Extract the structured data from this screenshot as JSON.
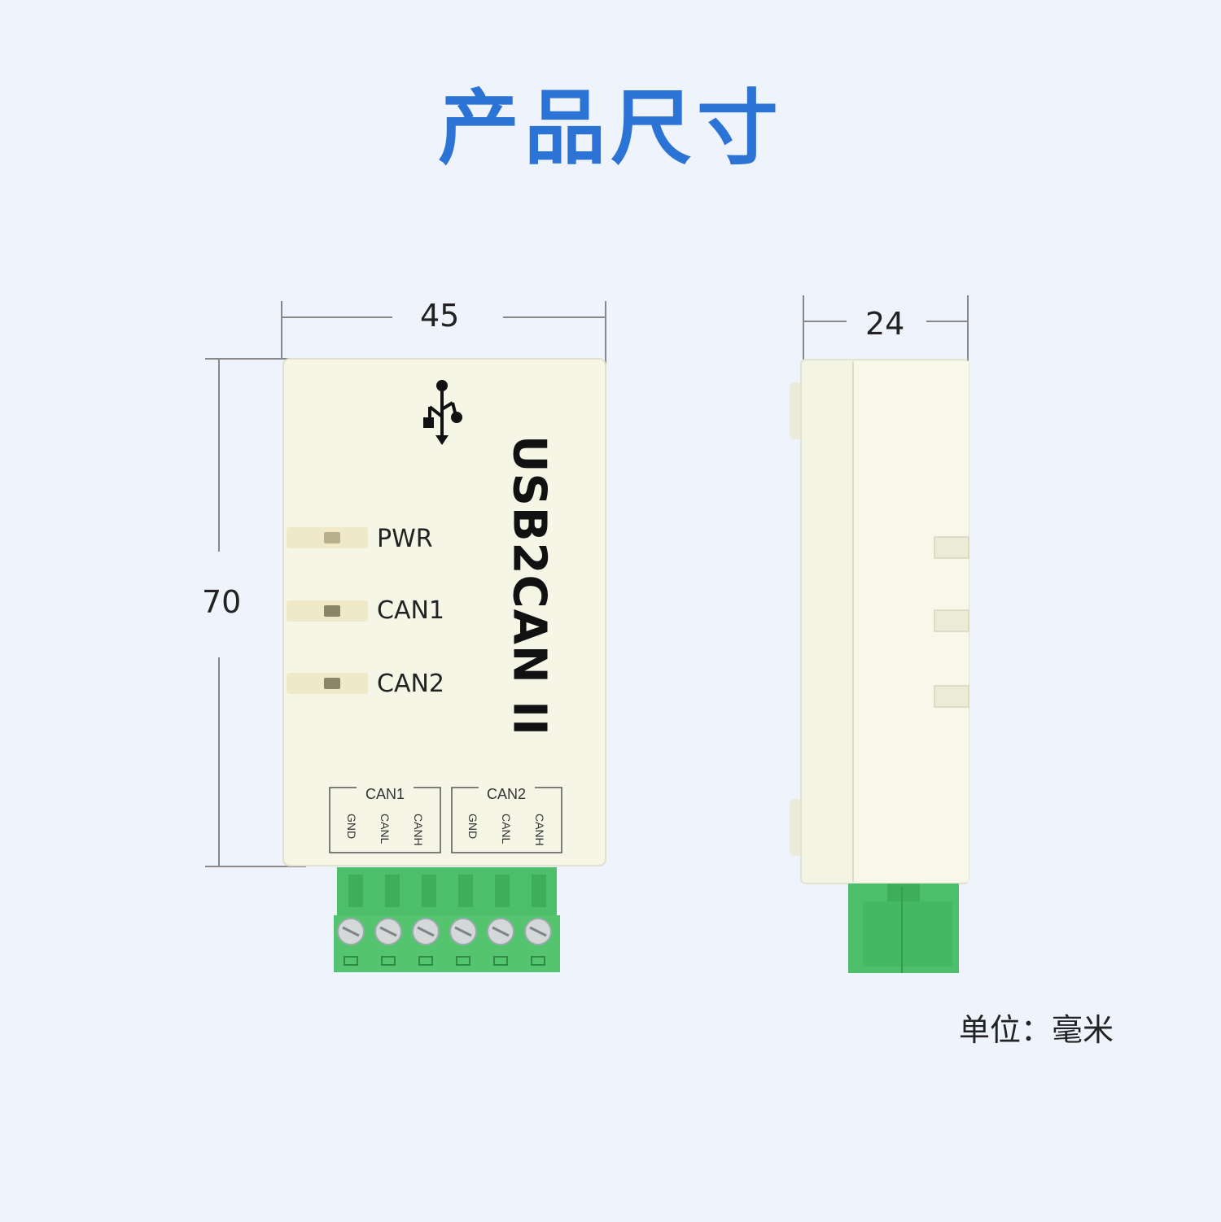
{
  "title": "产品尺寸",
  "dimensions": {
    "width": "45",
    "height": "70",
    "depth": "24"
  },
  "device": {
    "name": "USB2CAN II",
    "leds": [
      "PWR",
      "CAN1",
      "CAN2"
    ],
    "terminal_groups": [
      {
        "label": "CAN1",
        "pins": [
          "GND",
          "CANL",
          "CANH"
        ]
      },
      {
        "label": "CAN2",
        "pins": [
          "GND",
          "CANL",
          "CANH"
        ]
      }
    ],
    "colors": {
      "housing": "#f6f6e7",
      "terminal": "#4dbf6a",
      "accent": "#2b74d5"
    }
  },
  "unit_note": "单位：毫米"
}
